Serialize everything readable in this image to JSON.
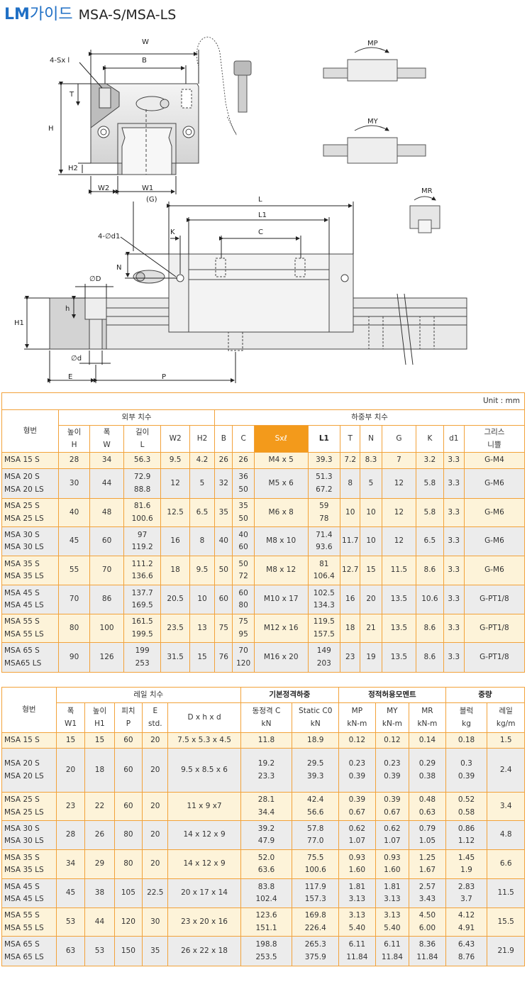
{
  "title": {
    "brand": "LM",
    "korean": "가이드",
    "model": "MSA-S/MSA-LS"
  },
  "drawing": {
    "labels": {
      "w": "W",
      "b": "B",
      "sx": "4-Sx l",
      "t": "T",
      "h": "H",
      "h2": "H2",
      "w2": "W2",
      "w1": "W1",
      "mp": "MP",
      "my": "MY",
      "mr": "MR",
      "g": "(G)",
      "l": "L",
      "l1": "L1",
      "d1": "4-∅d1",
      "k": "K",
      "c": "C",
      "n": "N",
      "dD": "∅D",
      "hs": "h",
      "h1": "H1",
      "ds": "∅d",
      "e": "E",
      "p": "P"
    }
  },
  "table1": {
    "unit": "Unit : mm",
    "headers": {
      "model": "형번",
      "outer": "외부 치수",
      "load": "하중부 치수",
      "height": "높이",
      "width": "폭",
      "length": "길이",
      "H": "H",
      "W": "W",
      "L": "L",
      "W2": "W2",
      "H2": "H2",
      "B": "B",
      "C": "C",
      "sx": "Sxℓ",
      "L1": "L1",
      "T": "T",
      "N": "N",
      "G": "G",
      "K": "K",
      "d1": "d1",
      "grease": "그리스",
      "nipple": "니쁠"
    },
    "rows": [
      {
        "model": [
          "MSA 15 S"
        ],
        "H": "28",
        "W": "34",
        "L": [
          "56.3"
        ],
        "W2": "9.5",
        "H2": "4.2",
        "B": "26",
        "C": [
          "26"
        ],
        "sx": "M4 x 5",
        "L1": [
          "39.3"
        ],
        "T": "7.2",
        "N": "8.3",
        "G": "7",
        "K": "3.2",
        "d1": "3.3",
        "grease": "G-M4"
      },
      {
        "model": [
          "MSA 20 S",
          "MSA 20 LS"
        ],
        "H": "30",
        "W": "44",
        "L": [
          "72.9",
          "88.8"
        ],
        "W2": "12",
        "H2": "5",
        "B": "32",
        "C": [
          "36",
          "50"
        ],
        "sx": "M5 x 6",
        "L1": [
          "51.3",
          "67.2"
        ],
        "T": "8",
        "N": "5",
        "G": "12",
        "K": "5.8",
        "d1": "3.3",
        "grease": "G-M6"
      },
      {
        "model": [
          "MSA 25 S",
          "MSA 25 LS"
        ],
        "H": "40",
        "W": "48",
        "L": [
          "81.6",
          "100.6"
        ],
        "W2": "12.5",
        "H2": "6.5",
        "B": "35",
        "C": [
          "35",
          "50"
        ],
        "sx": "M6 x 8",
        "L1": [
          "59",
          "78"
        ],
        "T": "10",
        "N": "10",
        "G": "12",
        "K": "5.8",
        "d1": "3.3",
        "grease": "G-M6"
      },
      {
        "model": [
          "MSA 30 S",
          "MSA 30 LS"
        ],
        "H": "45",
        "W": "60",
        "L": [
          "97",
          "119.2"
        ],
        "W2": "16",
        "H2": "8",
        "B": "40",
        "C": [
          "40",
          "60"
        ],
        "sx": "M8 x 10",
        "L1": [
          "71.4",
          "93.6"
        ],
        "T": "11.7",
        "N": "10",
        "G": "12",
        "K": "6.5",
        "d1": "3.3",
        "grease": "G-M6"
      },
      {
        "model": [
          "MSA 35 S",
          "MSA 35 LS"
        ],
        "H": "55",
        "W": "70",
        "L": [
          "111.2",
          "136.6"
        ],
        "W2": "18",
        "H2": "9.5",
        "B": "50",
        "C": [
          "50",
          "72"
        ],
        "sx": "M8 x 12",
        "L1": [
          "81",
          "106.4"
        ],
        "T": "12.7",
        "N": "15",
        "G": "11.5",
        "K": "8.6",
        "d1": "3.3",
        "grease": "G-M6"
      },
      {
        "model": [
          "MSA 45 S",
          "MSA 45 LS"
        ],
        "H": "70",
        "W": "86",
        "L": [
          "137.7",
          "169.5"
        ],
        "W2": "20.5",
        "H2": "10",
        "B": "60",
        "C": [
          "60",
          "80"
        ],
        "sx": "M10 x 17",
        "L1": [
          "102.5",
          "134.3"
        ],
        "T": "16",
        "N": "20",
        "G": "13.5",
        "K": "10.6",
        "d1": "3.3",
        "grease": "G-PT1/8"
      },
      {
        "model": [
          "MSA 55 S",
          "MSA 55 LS"
        ],
        "H": "80",
        "W": "100",
        "L": [
          "161.5",
          "199.5"
        ],
        "W2": "23.5",
        "H2": "13",
        "B": "75",
        "C": [
          "75",
          "95"
        ],
        "sx": "M12 x 16",
        "L1": [
          "119.5",
          "157.5"
        ],
        "T": "18",
        "N": "21",
        "G": "13.5",
        "K": "8.6",
        "d1": "3.3",
        "grease": "G-PT1/8"
      },
      {
        "model": [
          "MSA 65 S",
          "MSA65 LS"
        ],
        "H": "90",
        "W": "126",
        "L": [
          "199",
          "253"
        ],
        "W2": "31.5",
        "H2": "15",
        "B": "76",
        "C": [
          "70",
          "120"
        ],
        "sx": "M16 x 20",
        "L1": [
          "149",
          "203"
        ],
        "T": "23",
        "N": "19",
        "G": "13.5",
        "K": "8.6",
        "d1": "3.3",
        "grease": "G-PT1/8"
      }
    ]
  },
  "table2": {
    "headers": {
      "model": "형번",
      "rail": "레일 치수",
      "basic": "기본정격하중",
      "moment": "정적허용모멘트",
      "weight": "중량",
      "width": "폭",
      "height": "높이",
      "pitch": "피치",
      "e": "E",
      "W1": "W1",
      "H1": "H1",
      "P": "P",
      "std": "std.",
      "dhd": "D x h x d",
      "dyn": "동정격 C",
      "stat": "Static C0",
      "kN1": "kN",
      "kN2": "kN",
      "MP": "MP",
      "MY": "MY",
      "MR": "MR",
      "kNm1": "kN-m",
      "kNm2": "kN-m",
      "kNm3": "kN-m",
      "block": "블럭",
      "rail2": "레일",
      "kg": "kg",
      "kgm": "kg/m"
    },
    "rows": [
      {
        "model": [
          "MSA 15 S"
        ],
        "W1": "15",
        "H1": "15",
        "P": "60",
        "E": "20",
        "dhd": "7.5 x 5.3 x 4.5",
        "C": [
          "11.8"
        ],
        "C0": [
          "18.9"
        ],
        "MP": [
          "0.12"
        ],
        "MY": [
          "0.12"
        ],
        "MR": [
          "0.14"
        ],
        "block": [
          "0.18"
        ],
        "rail": "1.5"
      },
      {
        "model": [
          "MSA 20 S",
          "MSA 20 LS"
        ],
        "W1": "20",
        "H1": "18",
        "P": "60",
        "E": "20",
        "dhd": "9.5 x 8.5 x 6",
        "C": [
          "19.2",
          "23.3"
        ],
        "C0": [
          "29.5",
          "39.3"
        ],
        "MP": [
          "0.23",
          "0.39"
        ],
        "MY": [
          "0.23",
          "0.39"
        ],
        "MR": [
          "0.29",
          "0.38"
        ],
        "block": [
          "0.3",
          "0.39"
        ],
        "rail": "2.4"
      },
      {
        "model": [
          "MSA 25 S",
          "MSA 25 LS"
        ],
        "W1": "23",
        "H1": "22",
        "P": "60",
        "E": "20",
        "dhd": "11 x 9 x7",
        "C": [
          "28.1",
          "34.4"
        ],
        "C0": [
          "42.4",
          "56.6"
        ],
        "MP": [
          "0.39",
          "0.67"
        ],
        "MY": [
          "0.39",
          "0.67"
        ],
        "MR": [
          "0.48",
          "0.63"
        ],
        "block": [
          "0.52",
          "0.58"
        ],
        "rail": "3.4"
      },
      {
        "model": [
          "MSA 30 S",
          "MSA 30 LS"
        ],
        "W1": "28",
        "H1": "26",
        "P": "80",
        "E": "20",
        "dhd": "14 x 12 x 9",
        "C": [
          "39.2",
          "47.9"
        ],
        "C0": [
          "57.8",
          "77.0"
        ],
        "MP": [
          "0.62",
          "1.07"
        ],
        "MY": [
          "0.62",
          "1.07"
        ],
        "MR": [
          "0.79",
          "1.05"
        ],
        "block": [
          "0.86",
          "1.12"
        ],
        "rail": "4.8"
      },
      {
        "model": [
          "MSA 35 S",
          "MSA 35 LS"
        ],
        "W1": "34",
        "H1": "29",
        "P": "80",
        "E": "20",
        "dhd": "14 x 12 x 9",
        "C": [
          "52.0",
          "63.6"
        ],
        "C0": [
          "75.5",
          "100.6"
        ],
        "MP": [
          "0.93",
          "1.60"
        ],
        "MY": [
          "0.93",
          "1.60"
        ],
        "MR": [
          "1.25",
          "1.67"
        ],
        "block": [
          "1.45",
          "1.9"
        ],
        "rail": "6.6"
      },
      {
        "model": [
          "MSA 45 S",
          "MSA 45 LS"
        ],
        "W1": "45",
        "H1": "38",
        "P": "105",
        "E": "22.5",
        "dhd": "20 x 17 x 14",
        "C": [
          "83.8",
          "102.4"
        ],
        "C0": [
          "117.9",
          "157.3"
        ],
        "MP": [
          "1.81",
          "3.13"
        ],
        "MY": [
          "1.81",
          "3.13"
        ],
        "MR": [
          "2.57",
          "3.43"
        ],
        "block": [
          "2.83",
          "3.7"
        ],
        "rail": "11.5"
      },
      {
        "model": [
          "MSA 55 S",
          "MSA 55 LS"
        ],
        "W1": "53",
        "H1": "44",
        "P": "120",
        "E": "30",
        "dhd": "23 x 20 x 16",
        "C": [
          "123.6",
          "151.1"
        ],
        "C0": [
          "169.8",
          "226.4"
        ],
        "MP": [
          "3.13",
          "5.40"
        ],
        "MY": [
          "3.13",
          "5.40"
        ],
        "MR": [
          "4.50",
          "6.00"
        ],
        "block": [
          "4.12",
          "4.91"
        ],
        "rail": "15.5"
      },
      {
        "model": [
          "MSA 65 S",
          "MSA 65 LS"
        ],
        "W1": "63",
        "H1": "53",
        "P": "150",
        "E": "35",
        "dhd": "26 x 22 x 18",
        "C": [
          "198.8",
          "253.5"
        ],
        "C0": [
          "265.3",
          "375.9"
        ],
        "MP": [
          "6.11",
          "11.84"
        ],
        "MY": [
          "6.11",
          "11.84"
        ],
        "MR": [
          "8.36",
          "11.84"
        ],
        "block": [
          "6.43",
          "8.76"
        ],
        "rail": "21.9"
      }
    ]
  }
}
